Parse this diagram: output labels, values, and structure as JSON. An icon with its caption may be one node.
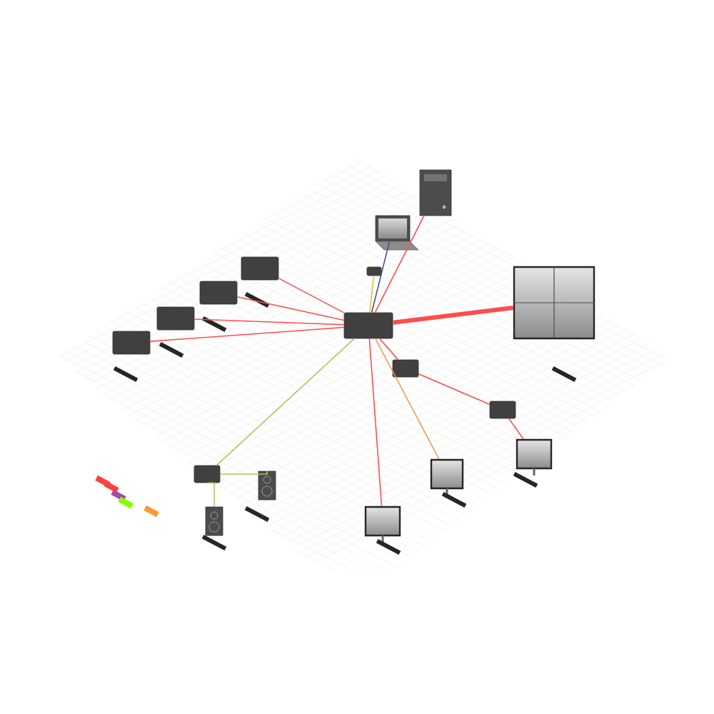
{
  "diagram": {
    "nodes": [
      {
        "text": [],
        "shape": "box"
      },
      {
        "text": [],
        "shape": "box"
      },
      {
        "text": [],
        "shape": "box"
      },
      {
        "text": [],
        "shape": "box"
      },
      {
        "text": [],
        "shape": "box"
      },
      {
        "text": [],
        "shape": "picture"
      },
      {
        "text": [],
        "shape": "picture"
      },
      {
        "text": [],
        "shape": "box"
      },
      {
        "text": [],
        "shape": "picture"
      },
      {
        "text": [],
        "shape": "box"
      },
      {
        "text": [],
        "shape": "box"
      },
      {
        "text": [],
        "shape": "picture"
      },
      {
        "text": [],
        "shape": "picture"
      },
      {
        "text": [],
        "shape": "picture"
      },
      {
        "text": [],
        "shape": "box"
      },
      {
        "text": [],
        "shape": "picture"
      },
      {
        "text": [],
        "shape": "picture"
      }
    ],
    "edges": [
      {
        "from": 0,
        "to": 4,
        "arrow": "none"
      },
      {
        "from": 1,
        "to": 4,
        "arrow": "none"
      },
      {
        "from": 2,
        "to": 4,
        "arrow": "none"
      },
      {
        "from": 3,
        "to": 4,
        "arrow": "none"
      },
      {
        "from": 5,
        "to": 4,
        "arrow": "none",
        "color": "#4a4a8a"
      },
      {
        "from": 6,
        "to": 4,
        "arrow": "none"
      },
      {
        "from": 7,
        "to": 4,
        "arrow": "none",
        "color": "#e0c040"
      },
      {
        "from": 4,
        "to": 8,
        "arrow": "none",
        "style": "thick"
      },
      {
        "from": 4,
        "to": 9,
        "arrow": "none"
      },
      {
        "from": 9,
        "to": 10,
        "arrow": "none"
      },
      {
        "from": 10,
        "to": 11,
        "arrow": "none"
      },
      {
        "from": 4,
        "to": 12,
        "arrow": "none",
        "color": "#e8a050"
      },
      {
        "from": 4,
        "to": 13,
        "arrow": "none"
      },
      {
        "from": 4,
        "to": 14,
        "arrow": "none",
        "color": "#a8c860"
      },
      {
        "from": 14,
        "to": 15,
        "arrow": "none",
        "color": "#a8c860"
      },
      {
        "from": 14,
        "to": 16,
        "arrow": "none",
        "color": "#a8c860"
      }
    ]
  }
}
